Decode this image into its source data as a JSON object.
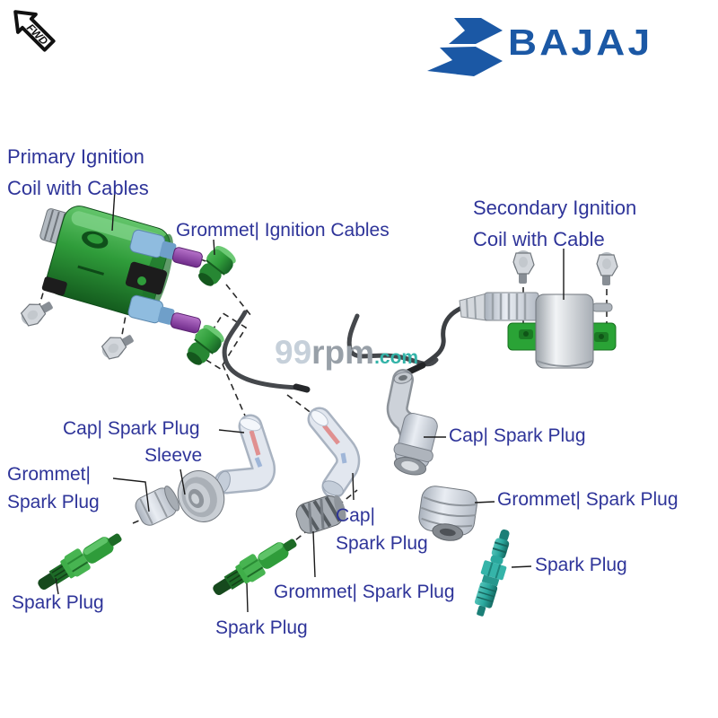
{
  "header": {
    "fwd": "FWD",
    "brand": "BAJAJ"
  },
  "watermark": {
    "num": "99",
    "rpm": "rpm",
    "dotcom": ".com"
  },
  "labels": {
    "primary_coil": "Primary Ignition\nCoil with Cables",
    "grommet_ignition_cables": "Grommet| Ignition Cables",
    "secondary_coil": "Secondary Ignition\nCoil with Cable",
    "cap_spark_plug_left": "Cap| Spark Plug",
    "sleeve": "Sleeve",
    "grommet_spark_plug_left": "Grommet|\nSpark Plug",
    "spark_plug_left": "Spark Plug",
    "cap_spark_plug_center": "Cap|\nSpark Plug",
    "grommet_spark_plug_center": "Grommet| Spark Plug",
    "spark_plug_center": "Spark Plug",
    "cap_spark_plug_right": "Cap| Spark Plug",
    "grommet_spark_plug_right": "Grommet| Spark Plug",
    "spark_plug_right": "Spark Plug"
  },
  "colors": {
    "label_text": "#2e3499",
    "brand_blue": "#1b58a5",
    "part_green": "#2f9c3a",
    "part_teal": "#2aa89e",
    "part_purple": "#8e3fa4",
    "watermark_teal": "#33b3a8"
  }
}
